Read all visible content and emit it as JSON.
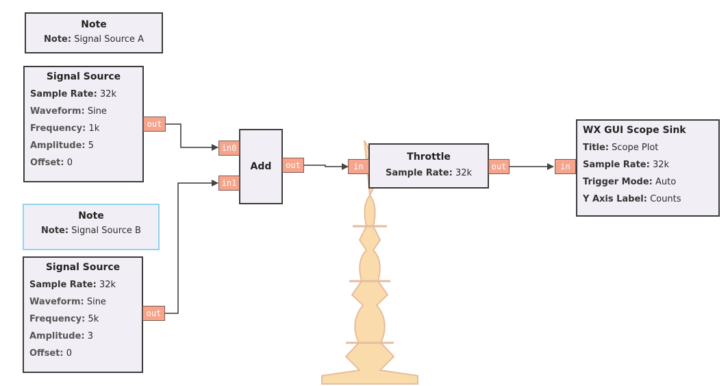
{
  "note_a": {
    "title": "Note",
    "key": "Note:",
    "value": "Signal Source A"
  },
  "note_b": {
    "title": "Note",
    "key": "Note:",
    "value": "Signal Source B"
  },
  "source_a": {
    "title": "Signal Source",
    "rows": [
      {
        "k": "Sample Rate:",
        "v": "32k"
      },
      {
        "k": "Waveform:",
        "v": "Sine"
      },
      {
        "k": "Frequency:",
        "v": "1k"
      },
      {
        "k": "Amplitude:",
        "v": "5"
      },
      {
        "k": "Offset:",
        "v": "0"
      }
    ],
    "out": "out"
  },
  "source_b": {
    "title": "Signal Source",
    "rows": [
      {
        "k": "Sample Rate:",
        "v": "32k"
      },
      {
        "k": "Waveform:",
        "v": "Sine"
      },
      {
        "k": "Frequency:",
        "v": "5k"
      },
      {
        "k": "Amplitude:",
        "v": "3"
      },
      {
        "k": "Offset:",
        "v": "0"
      }
    ],
    "out": "out"
  },
  "add": {
    "title": "Add",
    "in0": "in0",
    "in1": "in1",
    "out": "out"
  },
  "throttle": {
    "title": "Throttle",
    "k": "Sample Rate:",
    "v": "32k",
    "in": "in",
    "out": "out"
  },
  "scope": {
    "title": "WX GUI Scope Sink",
    "rows": [
      {
        "k": "Title:",
        "v": "Scope Plot"
      },
      {
        "k": "Sample Rate:",
        "v": "32k"
      },
      {
        "k": "Trigger Mode:",
        "v": "Auto"
      },
      {
        "k": "Y Axis Label:",
        "v": "Counts"
      }
    ],
    "in": "in"
  },
  "colors": {
    "port": "#f6a48c",
    "block": "#f2eef5",
    "wire": "#333333",
    "selected": "#8fd3ee"
  },
  "watermark": {
    "icon": "temple-spire-watermark"
  }
}
